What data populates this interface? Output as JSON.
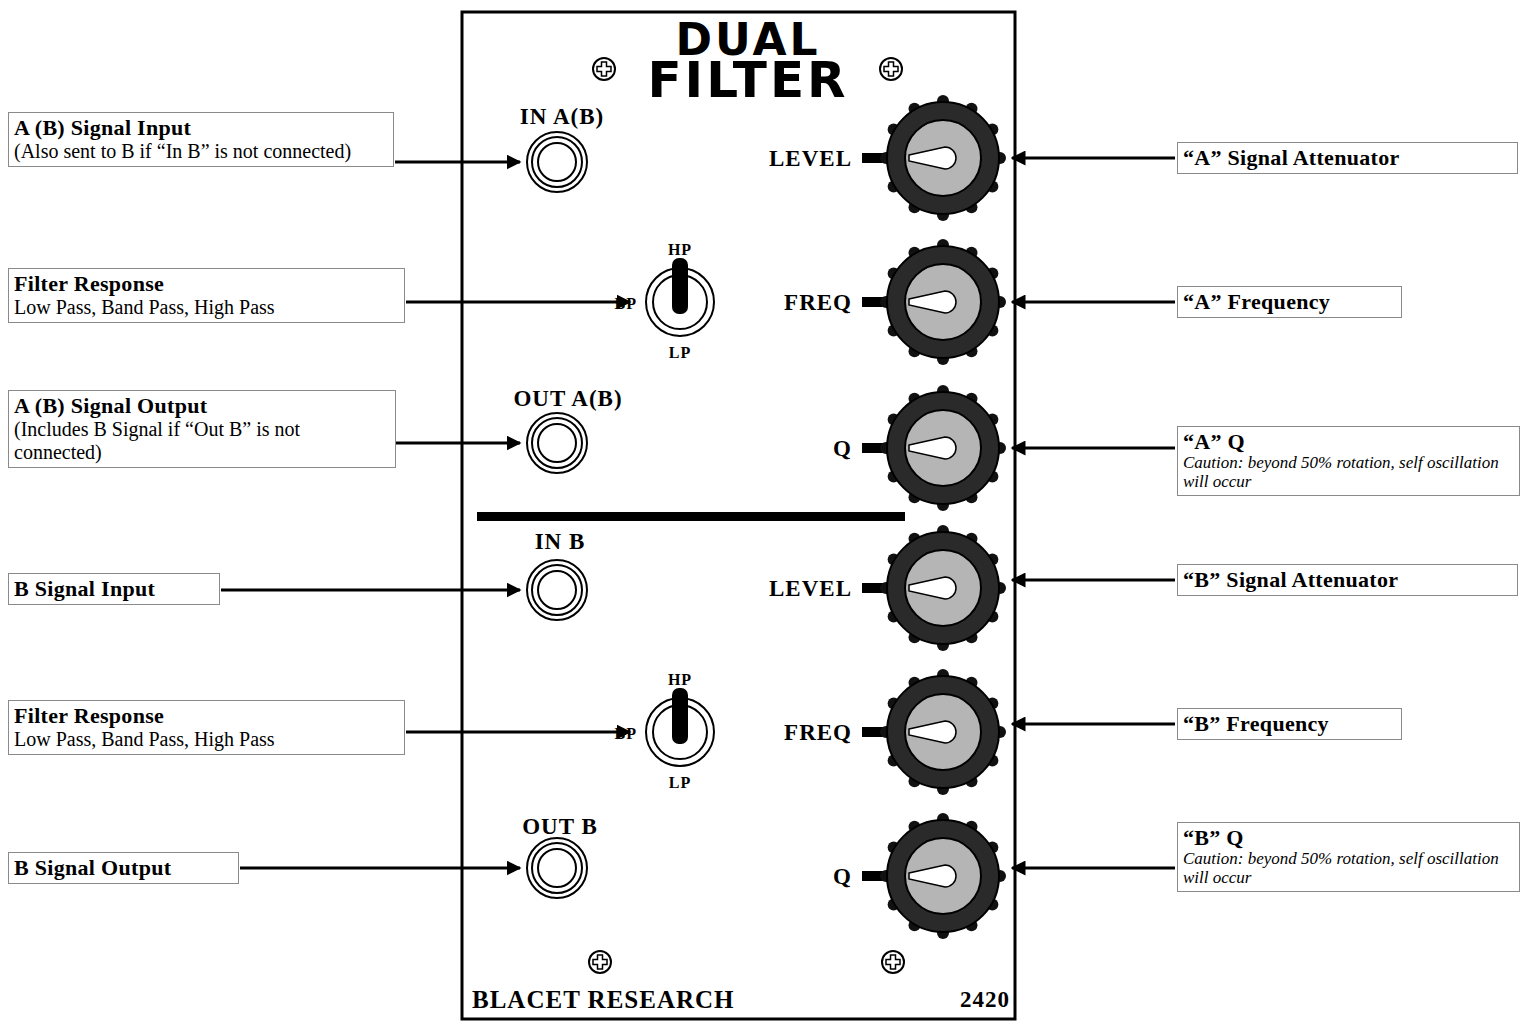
{
  "diagram": {
    "nodes": [
      {
        "text": [
          "A (B) Signal Input",
          "(Also sent to B if “In B” is not connected)"
        ]
      },
      {
        "text": [
          "Filter Response",
          "Low Pass, Band Pass, High Pass"
        ]
      },
      {
        "text": [
          "A (B) Signal Output",
          "(Includes B Signal if “Out B” is not connected)"
        ]
      },
      {
        "text": [
          "B Signal Input"
        ]
      },
      {
        "text": [
          "Filter Response",
          "Low Pass, Band Pass, High Pass"
        ]
      },
      {
        "text": [
          "B Signal Output"
        ]
      },
      {
        "text": [
          "“A” Signal Attenuator"
        ]
      },
      {
        "text": [
          "“A” Frequency"
        ]
      },
      {
        "text": [
          "“A” Q",
          "Caution: beyond 50% rotation, self oscillation will occur"
        ]
      },
      {
        "text": [
          "“B” Signal Attenuator"
        ]
      },
      {
        "text": [
          "“B” Frequency"
        ]
      },
      {
        "text": [
          "“B” Q",
          "Caution: beyond 50% rotation, self oscillation will occur"
        ]
      }
    ],
    "labels": [
      "DUAL",
      "FILTER",
      "IN A(B)",
      "LEVEL",
      "HP",
      "BP",
      "LP",
      "FREQ",
      "OUT A(B)",
      "Q",
      "IN B",
      "LEVEL",
      "HP",
      "BP",
      "LP",
      "FREQ",
      "OUT B",
      "Q",
      "BLACET RESEARCH",
      "2420"
    ]
  }
}
